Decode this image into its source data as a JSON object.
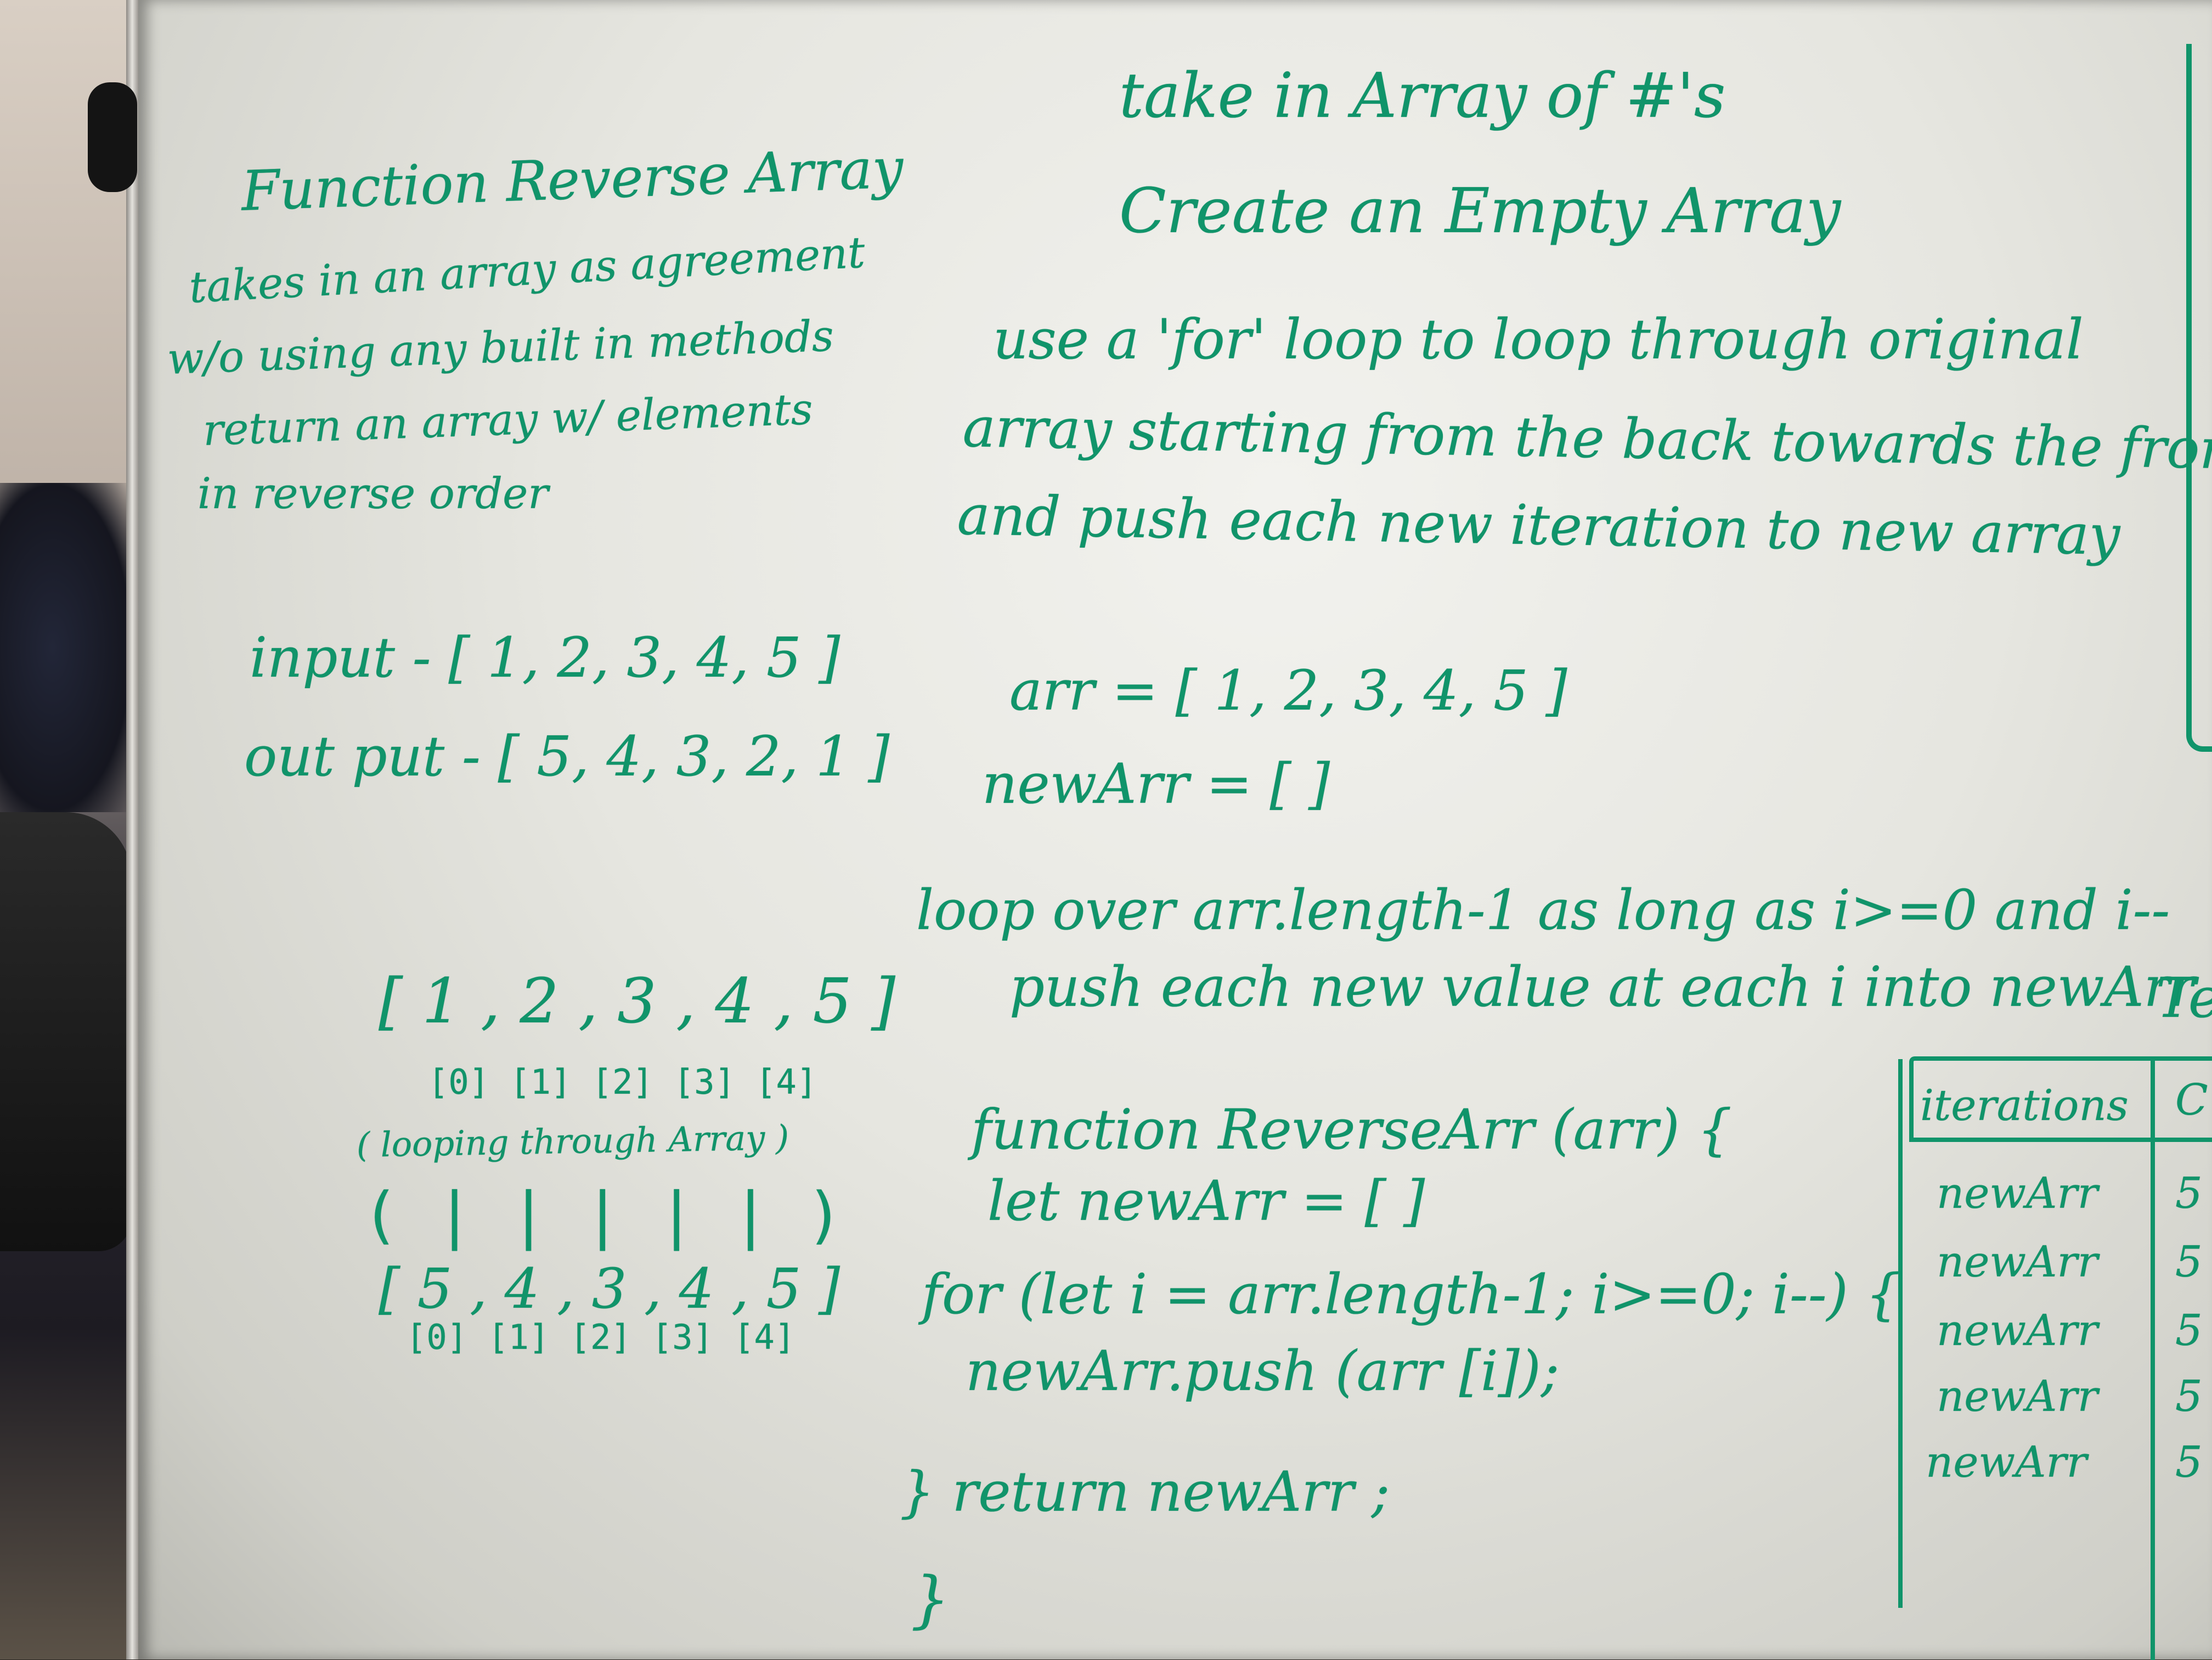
{
  "left_notes": {
    "title": "Function Reverse Array",
    "desc_line_1": "takes in an array as agreement",
    "desc_line_2": "w/o using any built in methods",
    "desc_line_3": "return an array w/ elements",
    "desc_line_4": "in reverse order",
    "input": "input - [ 1, 2, 3, 4, 5 ]",
    "output": "out put - [ 5, 4, 3, 2, 1 ]"
  },
  "diagram": {
    "array_top": "[ 1 , 2 , 3 , 4 , 5 ]",
    "indices_top": "[0] [1] [2] [3] [4]",
    "looping_label": "( looping through Array )",
    "arrows": "( | | | | | )",
    "array_bottom": "[ 5 , 4 , 3 , 4 , 5 ]",
    "indices_bottom": "[0] [1] [2] [3] [4]"
  },
  "top_notes": {
    "line_1": "take in Array of #'s",
    "line_2": "Create an Empty Array",
    "line_3": "use a 'for' loop to loop through original",
    "line_4": "array starting from the back towards the front",
    "line_5": "and push each new iteration to new array"
  },
  "variables": {
    "arr": "arr = [ 1, 2, 3, 4, 5 ]",
    "newArr": "newArr = [ ]"
  },
  "loop_notes": {
    "line_1": "loop over arr.length-1 as long as i>=0 and i--",
    "line_2": "push each new value at each i into newArr",
    "cut_label": "Te"
  },
  "code": {
    "line_1": "function ReverseArr (arr) {",
    "line_2": "let newArr = [ ]",
    "line_3": "for (let i = arr.length-1; i>=0; i--) {",
    "line_4": "newArr.push (arr [i]);",
    "line_5": "} return newArr ;",
    "line_6": "}"
  },
  "table": {
    "header_col_1": "iterations",
    "header_col_2": "C",
    "rows": [
      "newArr",
      "newArr",
      "newArr",
      "newArr",
      "newArr"
    ],
    "col_2_values": [
      "5",
      "5",
      "5",
      "5",
      "5"
    ]
  },
  "colors": {
    "marker": "#10946a",
    "board": "#e8e8e2"
  }
}
